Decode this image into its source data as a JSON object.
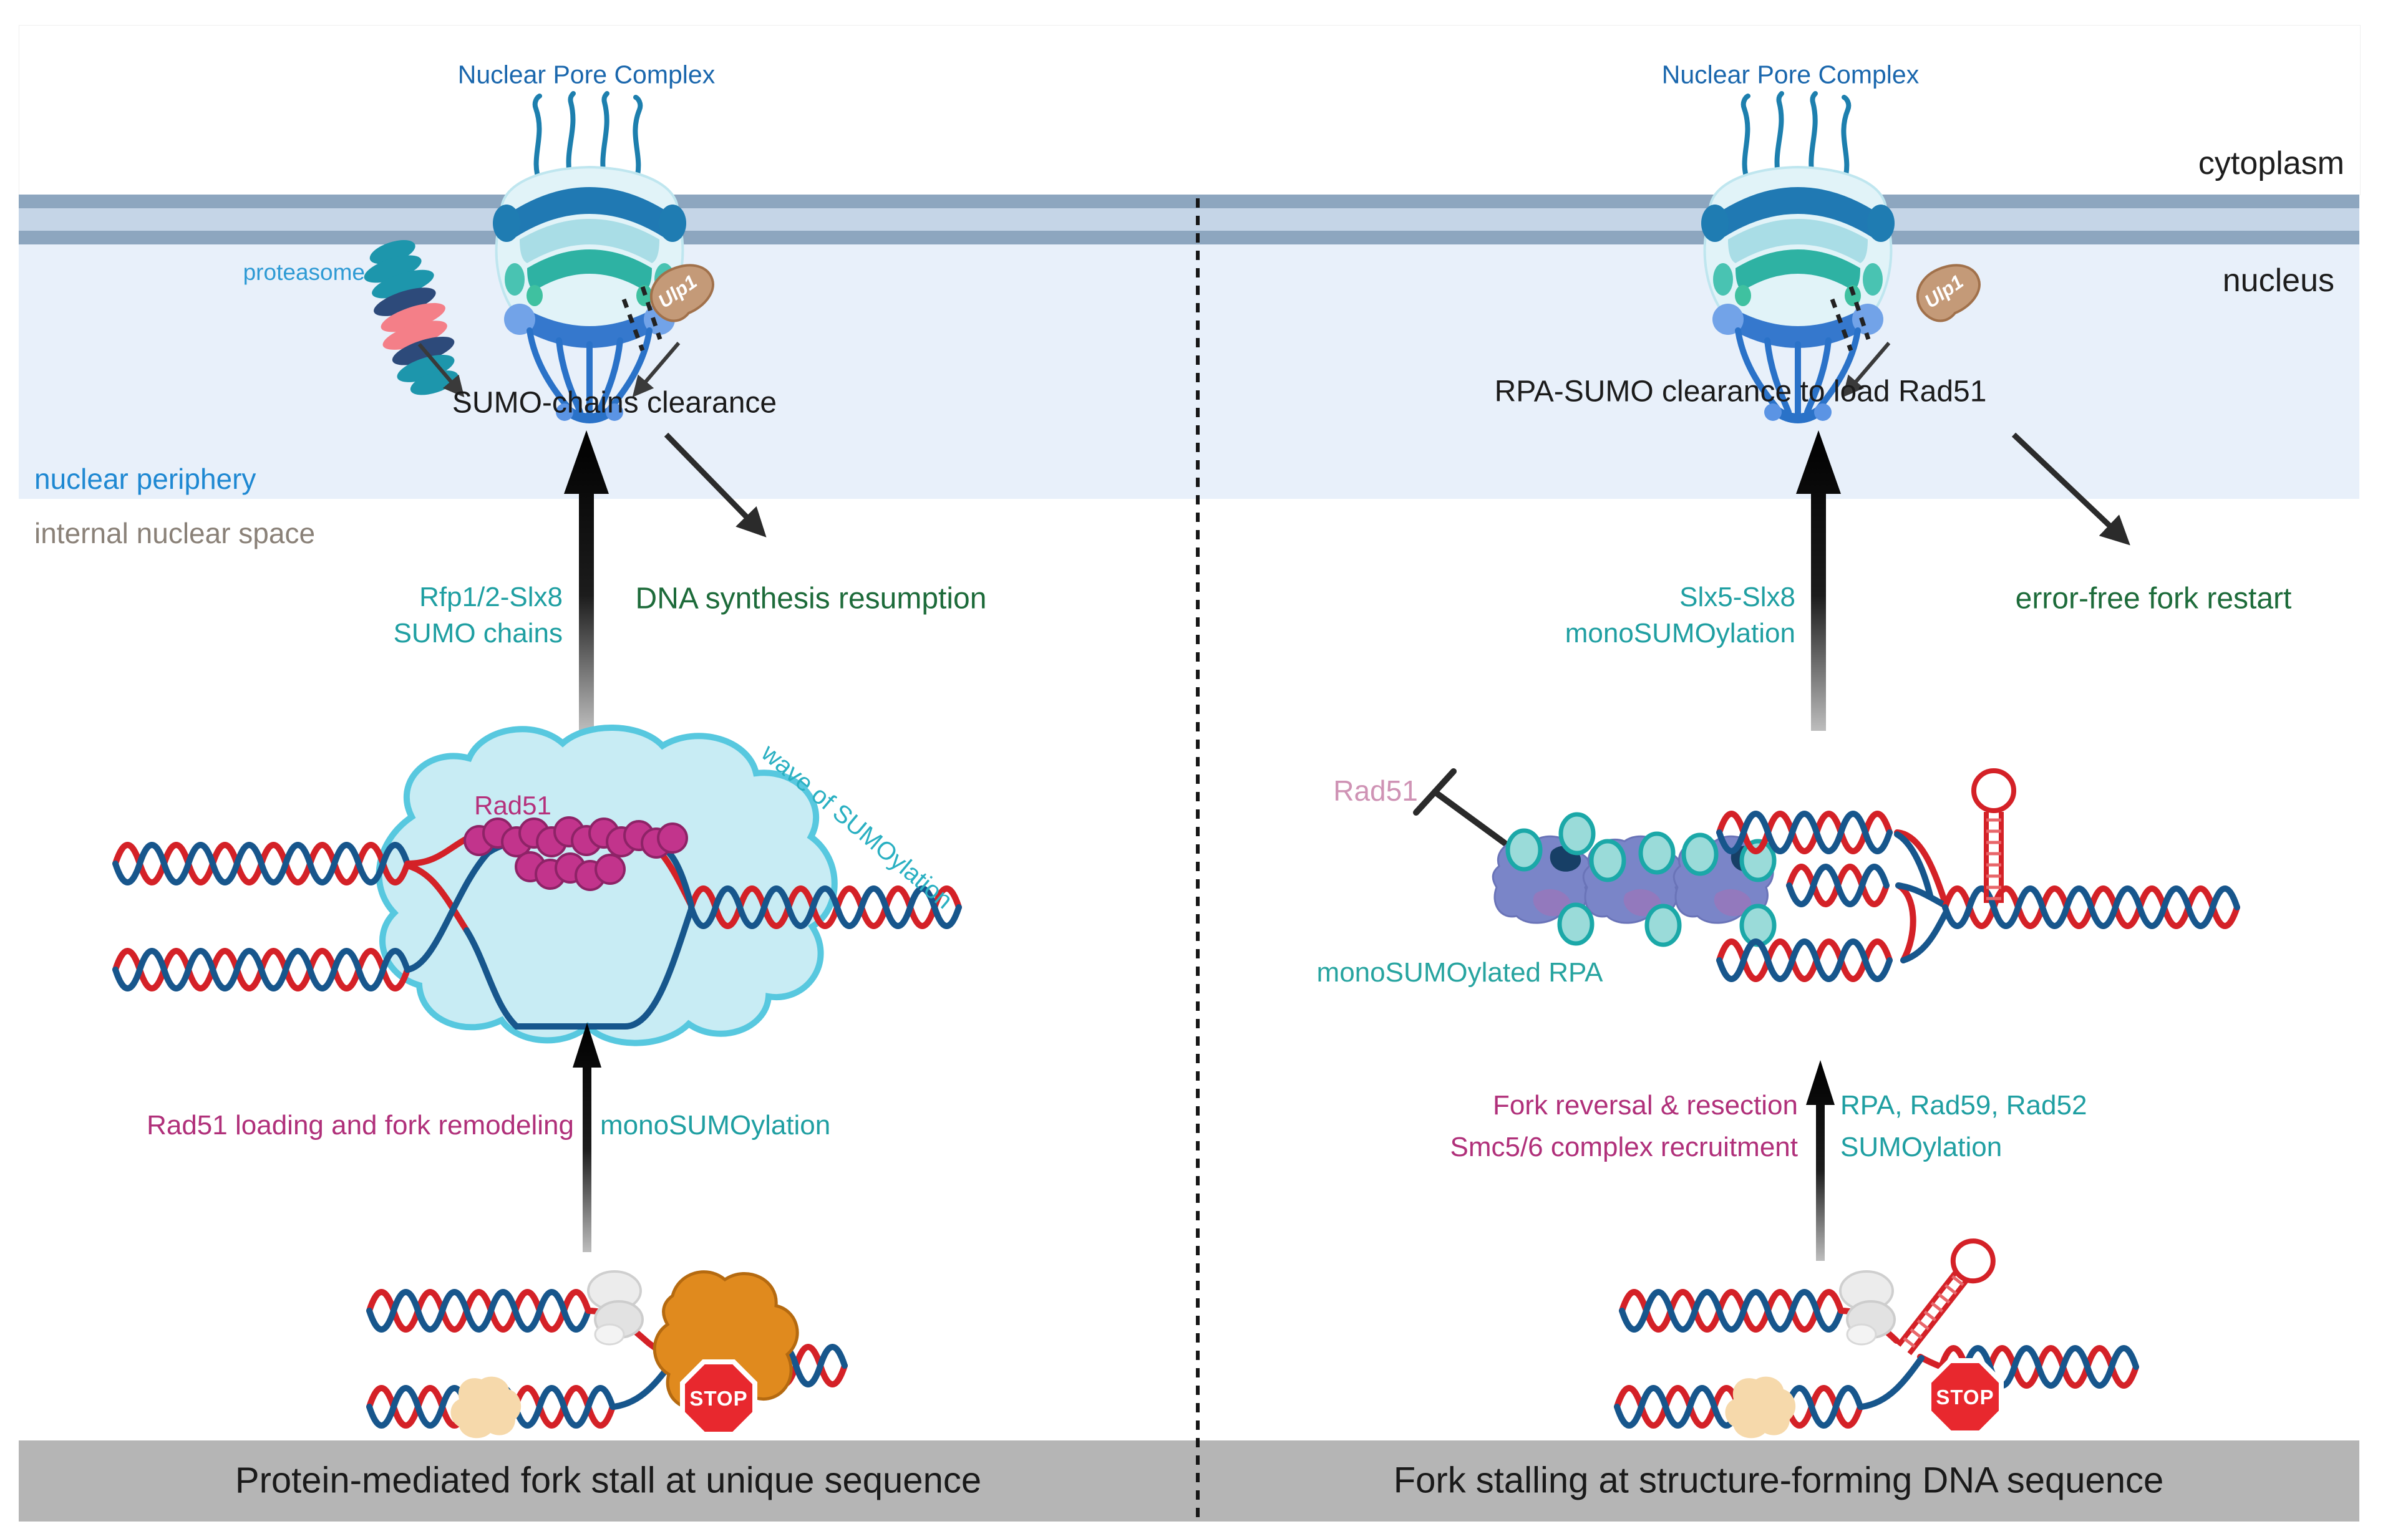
{
  "regions": {
    "cytoplasm": "cytoplasm",
    "nucleus": "nucleus",
    "nuclear_periphery": "nuclear periphery",
    "internal_nuclear_space": "internal nuclear space"
  },
  "left": {
    "npc_label": "Nuclear Pore Complex",
    "proteasome_label": "proteasome",
    "ulp1_label": "Ulp1",
    "clearance_text": "SUMO-chains clearance",
    "pathway_line1": "Rfp1/2-Slx8",
    "pathway_line2": "SUMO chains",
    "outcome_text": "DNA synthesis resumption",
    "cloud_rad51_label": "Rad51",
    "cloud_wave_text": "wave of SUMOylation",
    "step_left": "Rad51 loading and fork remodeling",
    "step_right": "monoSUMOylation",
    "stop_sign": "STOP",
    "banner": "Protein-mediated fork stall at unique sequence"
  },
  "right": {
    "npc_label": "Nuclear Pore Complex",
    "ulp1_label": "Ulp1",
    "clearance_text": "RPA-SUMO clearance to load Rad51",
    "pathway_line1": "Slx5-Slx8",
    "pathway_line2": "monoSUMOylation",
    "outcome_text": "error-free fork restart",
    "rad51_label": "Rad51",
    "rpa_label": "monoSUMOylated RPA",
    "step_left_line1": "Fork reversal & resection",
    "step_left_line2": "Smc5/6 complex recruitment",
    "step_right_line1": "RPA, Rad59, Rad52",
    "step_right_line2": "SUMOylation",
    "stop_sign": "STOP",
    "banner": "Fork stalling at structure-forming DNA sequence"
  },
  "colors": {
    "dna_red": "#d42127",
    "dna_blue": "#17568c",
    "teal_text": "#1f9fa2",
    "magenta_text": "#b0307a",
    "green_text": "#1d6b3a",
    "blue_label": "#1a67ad",
    "proteasome_label_blue": "#2e9ad4",
    "periphery_label_blue": "#1e88d2",
    "gray_label": "#8a8178",
    "membrane_dark": "#8da6bf",
    "membrane_light": "#c5d5e7",
    "nucleus_bg": "#e8f0fa",
    "banner_bg": "#b5b5b5",
    "cloud_fill": "#c8ecf4",
    "cloud_stroke": "#57c8df",
    "bead_magenta": "#c2348c",
    "rad51_pale": "#cf93b5",
    "stop_red": "#e8282e",
    "orange_blob": "#e08a1e",
    "tan_blob": "#f6d9ab",
    "gray_blob": "#e9e9e9",
    "ulp1_bean": "#c49a78",
    "rpa_blue": "#7a85c8",
    "rpa_purple": "#9379bd",
    "rpa_navy": "#173f66",
    "sumo_fill": "#9adbd9",
    "sumo_ring": "#1ba8a8"
  }
}
